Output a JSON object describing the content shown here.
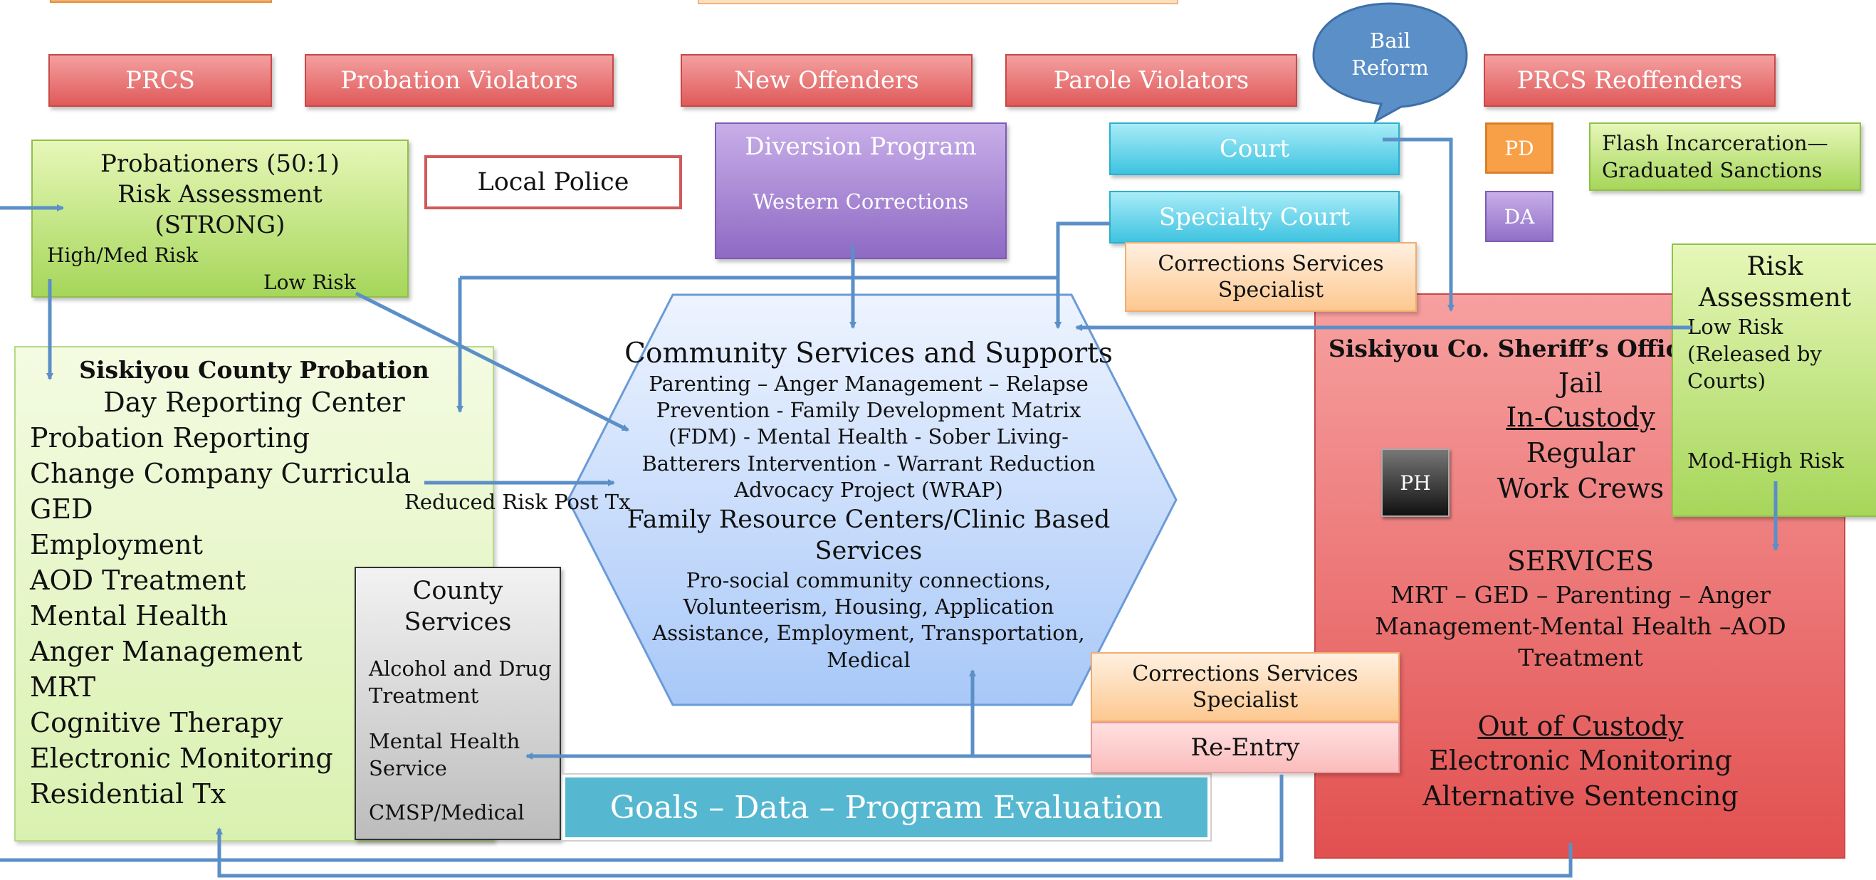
{
  "top_row": {
    "prcs": "PRCS",
    "probation_violators": "Probation Violators",
    "new_offenders": "New Offenders",
    "parole_violators": "Parole Violators",
    "prcs_reoffenders": "PRCS Reoffenders"
  },
  "bail_reform": [
    "Bail",
    "Reform"
  ],
  "probationers": {
    "line1": "Probationers  (50:1)",
    "line2": "Risk Assessment",
    "line3": "(STRONG)",
    "high_med": "High/Med Risk",
    "low": "Low Risk"
  },
  "local_police": "Local Police",
  "diversion": {
    "title": "Diversion Program",
    "sub": "Western Corrections"
  },
  "court": "Court",
  "specialty_court": "Specialty Court",
  "pd": "PD",
  "da": "DA",
  "flash": [
    "Flash Incarceration—",
    "Graduated Sanctions"
  ],
  "css_top": [
    "Corrections Services",
    "Specialist"
  ],
  "css_bottom": [
    "Corrections Services",
    "Specialist"
  ],
  "risk_assessment_right": {
    "title": [
      "Risk",
      "Assessment"
    ],
    "low": [
      "Low Risk",
      "(Released by",
      "Courts)"
    ],
    "mod_high": "Mod-High Risk"
  },
  "probation_dept": {
    "title": "Siskiyou County Probation",
    "subtitle": "Day Reporting Center",
    "items": [
      "Probation Reporting",
      "Change Company Curricula",
      "GED",
      "Employment",
      "AOD Treatment",
      "Mental Health",
      "Anger Management",
      "MRT",
      "Cognitive Therapy",
      "Electronic Monitoring",
      "Residential Tx"
    ]
  },
  "reduced_risk": "Reduced Risk Post Tx",
  "community": {
    "title": "Community Services and Supports",
    "block1": [
      "Parenting – Anger Management – Relapse",
      "Prevention - Family Development Matrix",
      "(FDM) - Mental Health - Sober Living-",
      "Batterers Intervention - Warrant Reduction",
      "Advocacy Project (WRAP)"
    ],
    "subtitle": [
      "Family Resource Centers/Clinic Based",
      "Services"
    ],
    "block2": [
      "Pro-social community connections,",
      "Volunteerism, Housing, Application",
      "Assistance, Employment, Transportation,",
      "Medical"
    ]
  },
  "county_services": {
    "title": [
      "County",
      "Services"
    ],
    "items": [
      [
        "Alcohol and Drug",
        "Treatment"
      ],
      [
        "Mental Health",
        "Service"
      ],
      [
        "CMSP/Medical"
      ]
    ]
  },
  "goals": "Goals – Data – Program Evaluation",
  "reentry": "Re-Entry",
  "sheriff": {
    "title": "Siskiyou Co. Sheriff’s Office",
    "jail": "Jail",
    "in_custody": "In-Custody",
    "regular": "Regular",
    "work_crews": "Work Crews",
    "ph": "PH",
    "services": "SERVICES",
    "services_list": [
      "MRT – GED – Parenting – Anger",
      "Management-Mental Health –AOD",
      "Treatment"
    ],
    "out_custody": "Out of Custody",
    "em": "Electronic Monitoring",
    "alt": "Alternative Sentencing"
  }
}
